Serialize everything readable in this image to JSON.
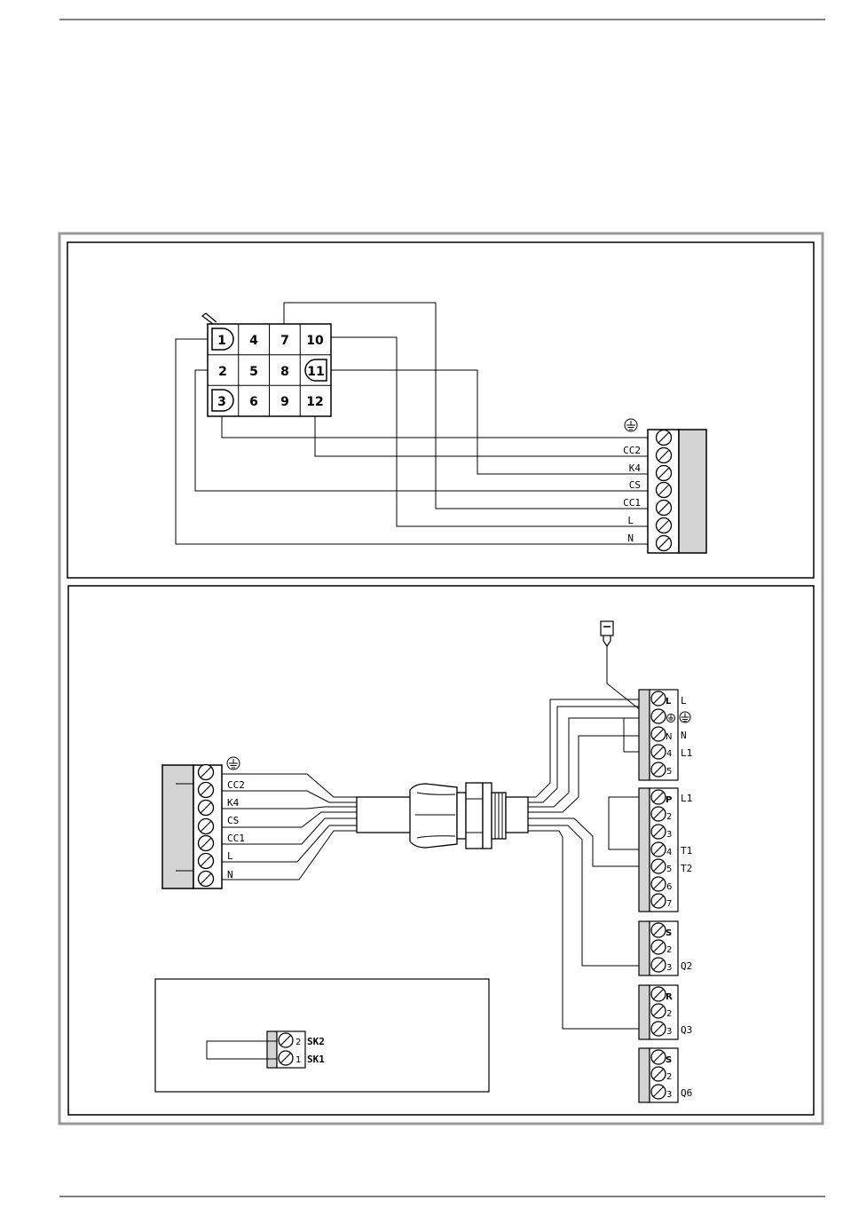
{
  "connector": {
    "pins": [
      "1",
      "2",
      "3",
      "4",
      "5",
      "6",
      "7",
      "8",
      "9",
      "10",
      "11",
      "12"
    ]
  },
  "terminal_upper": {
    "labels": [
      "CC2",
      "K4",
      "CS",
      "CC1",
      "L",
      "N"
    ]
  },
  "terminal_lower_left": {
    "labels": [
      "CC2",
      "K4",
      "CS",
      "CC1",
      "L",
      "N"
    ]
  },
  "block_power": {
    "inner": [
      "L",
      "",
      "N",
      "4",
      "5"
    ],
    "outer": [
      "L",
      "",
      "N",
      "L1",
      ""
    ]
  },
  "block_thermostat": {
    "inner": [
      "P",
      "2",
      "3",
      "4",
      "5",
      "6",
      "7"
    ],
    "outer": [
      "L1",
      "",
      "",
      "T1",
      "T2",
      "",
      ""
    ]
  },
  "block_q2": {
    "inner": [
      "S",
      "2",
      "3"
    ],
    "outer": "Q2"
  },
  "block_q3": {
    "inner": [
      "R",
      "2",
      "3"
    ],
    "outer": "Q3"
  },
  "block_q6": {
    "inner": [
      "S",
      "2",
      "3"
    ],
    "outer": "Q6"
  },
  "inset": {
    "nums": [
      "2",
      "1"
    ],
    "labels": [
      "SK2",
      "SK1"
    ]
  }
}
